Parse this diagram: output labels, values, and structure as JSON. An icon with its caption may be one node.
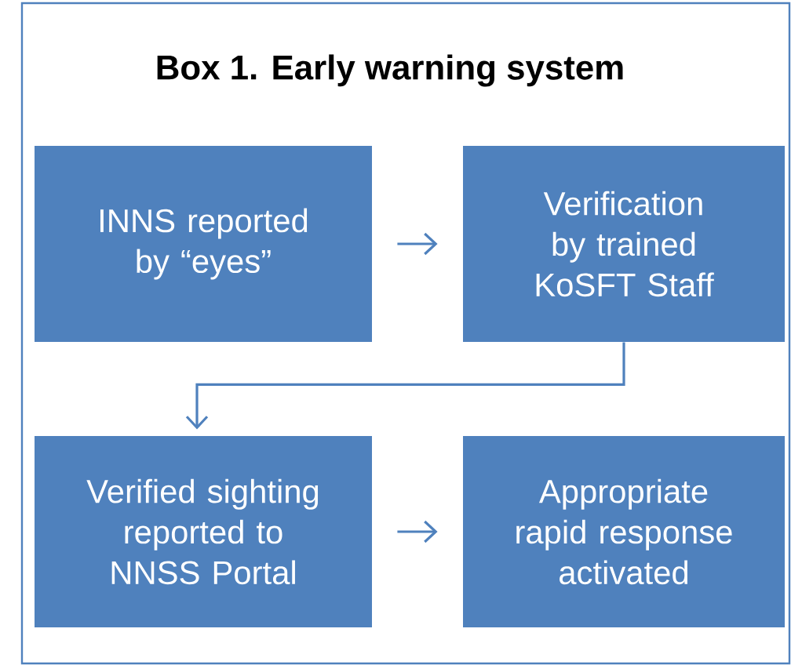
{
  "diagram": {
    "nodes": [
      {
        "text": [
          "Box 1. Early warning system"
        ]
      },
      {
        "text": [
          "INNS reported by “eyes”"
        ],
        "in": 0
      },
      {
        "text": [
          "Verification by trained KoSFT Staff"
        ],
        "in": 0
      },
      {
        "text": [
          "Verified sighting reported to NNSS Portal"
        ],
        "in": 0
      },
      {
        "text": [
          "Appropriate rapid response activated"
        ],
        "in": 0
      }
    ],
    "edges": [
      {
        "from": 1,
        "to": 2,
        "arrow": "to"
      },
      {
        "from": 2,
        "to": 3,
        "arrow": "to"
      },
      {
        "from": 3,
        "to": 4,
        "arrow": "to"
      }
    ]
  }
}
